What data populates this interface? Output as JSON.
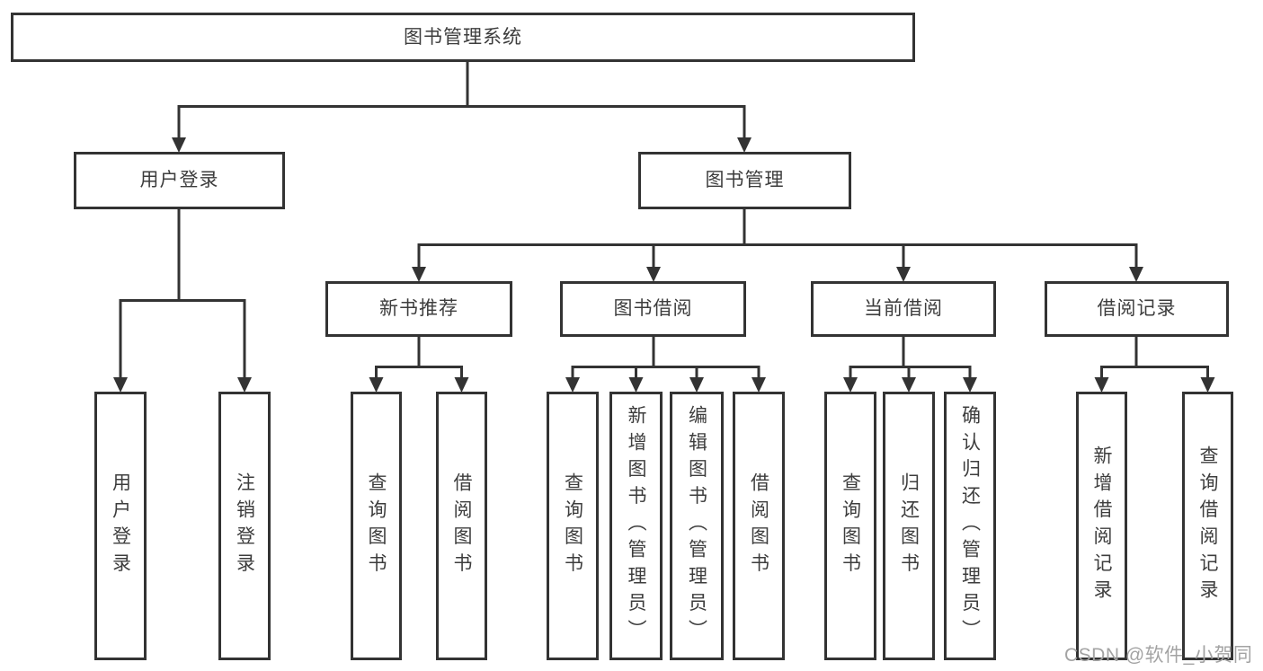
{
  "tree": {
    "root": {
      "label": "图书管理系统"
    },
    "user_login": {
      "label": "用户登录",
      "children": [
        {
          "label": "用户登录"
        },
        {
          "label": "注销登录"
        }
      ]
    },
    "book_management": {
      "label": "图书管理",
      "groups": [
        {
          "label": "新书推荐",
          "children": [
            {
              "label": "查询图书"
            },
            {
              "label": "借阅图书"
            }
          ]
        },
        {
          "label": "图书借阅",
          "children": [
            {
              "label": "查询图书"
            },
            {
              "label": "新增图书（管理员）"
            },
            {
              "label": "编辑图书（管理员）"
            },
            {
              "label": "借阅图书"
            }
          ]
        },
        {
          "label": "当前借阅",
          "children": [
            {
              "label": "查询图书"
            },
            {
              "label": "归还图书"
            },
            {
              "label": "确认归还（管理员）"
            }
          ]
        },
        {
          "label": "借阅记录",
          "children": [
            {
              "label": "新增借阅记录"
            },
            {
              "label": "查询借阅记录"
            }
          ]
        }
      ]
    }
  },
  "watermark": "CSDN @软件_小贺同学",
  "colors": {
    "line": "#333333",
    "box_border": "#333333",
    "box_fill": "#ffffff",
    "text": "#3d3d3d",
    "watermark": "#a3a3a3"
  }
}
